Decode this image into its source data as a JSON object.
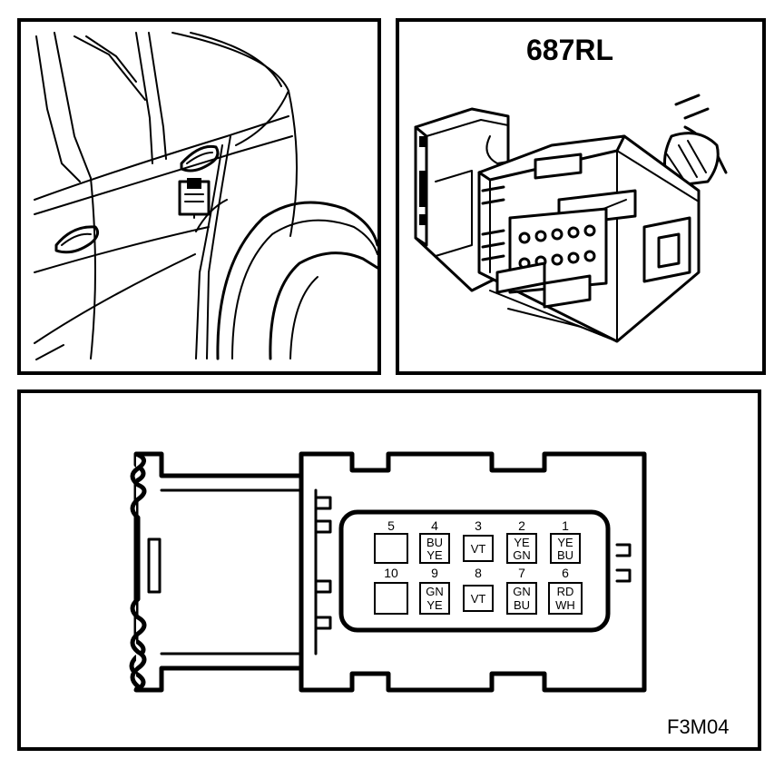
{
  "connector_name": "687RL",
  "figure_code": "F3M04",
  "pins": [
    {
      "num": "5",
      "wire": []
    },
    {
      "num": "4",
      "wire": [
        "BU",
        "YE"
      ]
    },
    {
      "num": "3",
      "wire": [
        "VT"
      ]
    },
    {
      "num": "2",
      "wire": [
        "YE",
        "GN"
      ]
    },
    {
      "num": "1",
      "wire": [
        "YE",
        "BU"
      ]
    },
    {
      "num": "10",
      "wire": []
    },
    {
      "num": "9",
      "wire": [
        "GN",
        "YE"
      ]
    },
    {
      "num": "8",
      "wire": [
        "VT"
      ]
    },
    {
      "num": "7",
      "wire": [
        "GN",
        "BU"
      ]
    },
    {
      "num": "6",
      "wire": [
        "RD",
        "WH"
      ]
    }
  ]
}
